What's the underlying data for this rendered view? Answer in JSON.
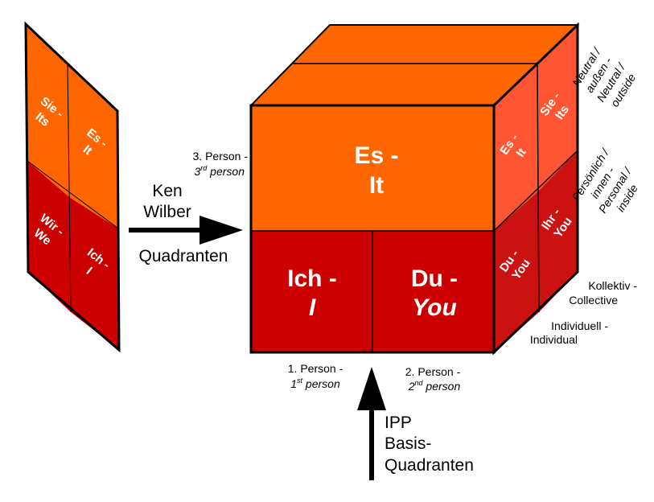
{
  "colors": {
    "orange": "#FF6600",
    "light_orange": "#FF5533",
    "red": "#CC0000",
    "dark_red": "#CC1111",
    "outline": "#000000",
    "text_light": "#FFFFFF"
  },
  "flat": {
    "sie_its": [
      "Sie -",
      "Its"
    ],
    "es_it": [
      "Es -",
      "It"
    ],
    "wir_we": [
      "Wir -",
      "We"
    ],
    "ich_i": [
      "Ich -",
      "I"
    ]
  },
  "cube": {
    "front_top": [
      "Es -",
      "It"
    ],
    "front_left": [
      "Ich -",
      "I"
    ],
    "front_right": [
      "Du -",
      "You"
    ],
    "side_es_it": [
      "Es -",
      "It"
    ],
    "side_sie_its": [
      "Sie -",
      "Its"
    ],
    "side_du_you": [
      "Du -",
      "You"
    ],
    "side_ihr_you": [
      "Ihr -",
      "You"
    ]
  },
  "labels": {
    "ken_wilber": [
      "Ken",
      "Wilber"
    ],
    "quadranten": "Quadranten",
    "third_person": {
      "line1": "3. Person -",
      "ord_num": "3",
      "ord_sup": "rd",
      "ord_rest": " person"
    },
    "first_person": {
      "line1": "1. Person -",
      "ord_num": "1",
      "ord_sup": "st",
      "ord_rest": " person"
    },
    "second_person": {
      "line1": "2. Person -",
      "ord_num": "2",
      "ord_sup": "nd",
      "ord_rest": " person"
    },
    "ipp": [
      "IPP",
      "Basis-",
      "Quadranten"
    ],
    "kollektiv": [
      "Kollektiv -",
      "Collective"
    ],
    "individuell": [
      "Individuell -",
      "Individual"
    ],
    "neutral": [
      "Neutral /",
      "außen -",
      "Neutral /",
      "outside"
    ],
    "persoenlich": [
      "Persönlich /",
      "innen -",
      "Personal /",
      "inside"
    ]
  }
}
